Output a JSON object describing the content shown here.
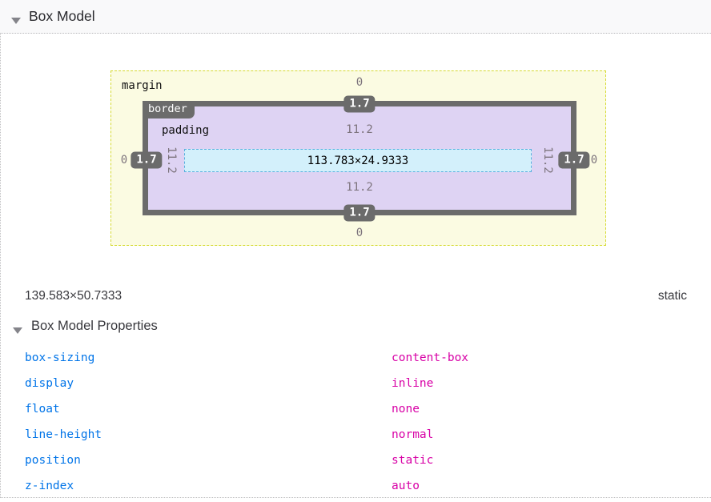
{
  "panel": {
    "title": "Box Model"
  },
  "box_model": {
    "region_labels": {
      "margin": "margin",
      "border": "border",
      "padding": "padding"
    },
    "content_size": "113.783×24.9333",
    "values": {
      "margin": {
        "top": "0",
        "right": "0",
        "bottom": "0",
        "left": "0"
      },
      "border": {
        "top": "1.7",
        "right": "1.7",
        "bottom": "1.7",
        "left": "1.7"
      },
      "padding": {
        "top": "11.2",
        "right": "11.2",
        "bottom": "11.2",
        "left": "11.2"
      }
    }
  },
  "summary": {
    "element_size": "139.583×50.7333",
    "position": "static"
  },
  "properties": {
    "title": "Box Model Properties",
    "items": [
      {
        "name": "box-sizing",
        "value": "content-box"
      },
      {
        "name": "display",
        "value": "inline"
      },
      {
        "name": "float",
        "value": "none"
      },
      {
        "name": "line-height",
        "value": "normal"
      },
      {
        "name": "position",
        "value": "static"
      },
      {
        "name": "z-index",
        "value": "auto"
      }
    ]
  },
  "colors": {
    "margin_fill": "#fbfbe2",
    "margin_dash": "#d5da31",
    "border_fill": "#6b6b6b",
    "padding_fill": "#ded3f3",
    "content_fill": "#d3f0fb",
    "content_dash": "#58aede",
    "value_gray": "#7d747d",
    "property_name_blue": "#0074e8",
    "property_value_magenta": "#d800a6"
  }
}
